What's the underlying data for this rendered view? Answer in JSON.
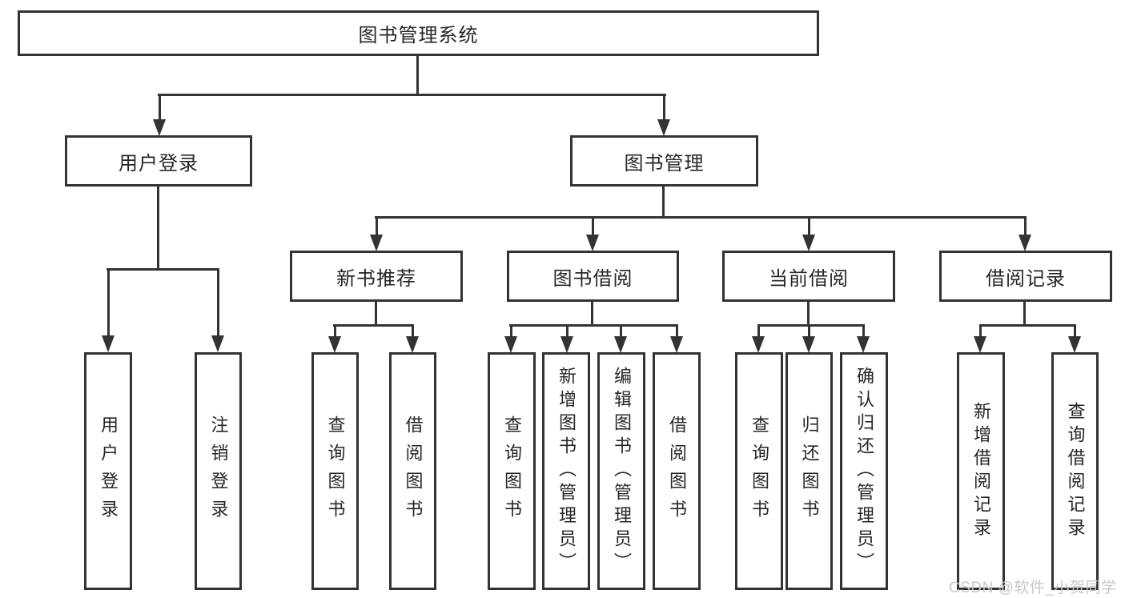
{
  "diagram": {
    "root": "图书管理系统",
    "level2": [
      "用户登录",
      "图书管理"
    ],
    "level3": [
      "新书推荐",
      "图书借阅",
      "当前借阅",
      "借阅记录"
    ],
    "leaves": [
      "用户登录",
      "注销登录",
      "查询图书",
      "借阅图书",
      "查询图书",
      "新增图书（管理员）",
      "编辑图书（管理员）",
      "借阅图书",
      "查询图书",
      "归还图书",
      "确认归还（管理员）",
      "新增借阅记录",
      "查询借阅记录"
    ]
  },
  "watermark": "CSDN @软件_小贺同学",
  "colors": {
    "line": "#333333",
    "text": "#262626",
    "background": "#ffffff",
    "watermark": "#c5c8cc"
  }
}
